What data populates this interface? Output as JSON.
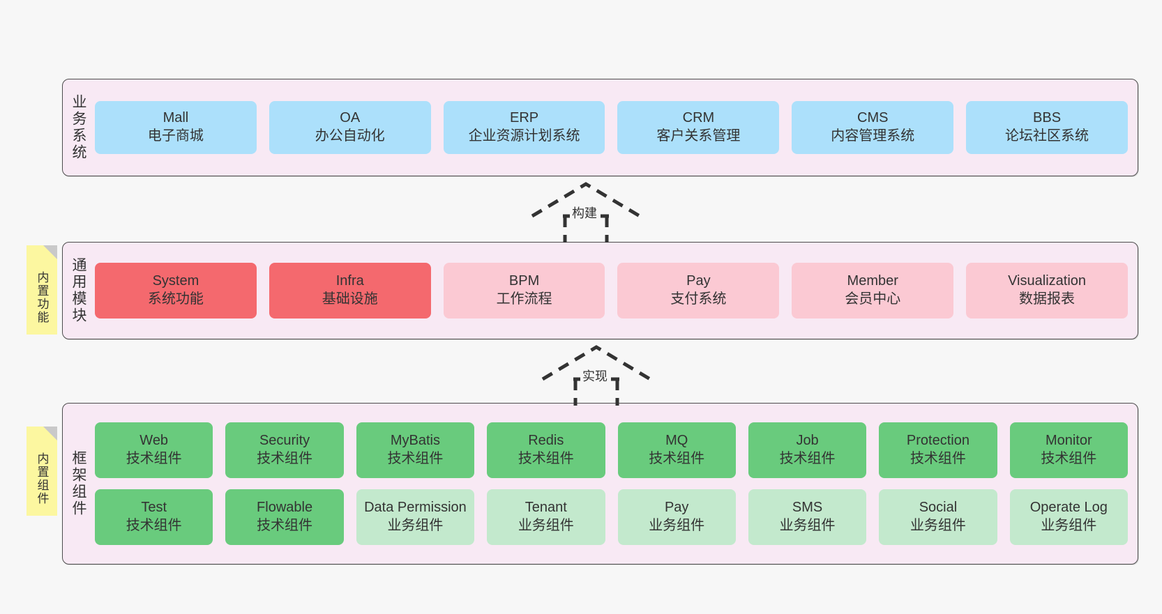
{
  "diagram": {
    "background_color": "#f7f7f7",
    "layer_fill": "#f8e9f4",
    "layer_border": "#4d4d4d",
    "note_color": "#fcf7a0"
  },
  "layers": [
    {
      "id": "business",
      "label": "业务系统",
      "node_color": "#ace0fb",
      "rows": [
        {
          "nodes": [
            {
              "en": "Mall",
              "cn": "电子商城",
              "color": "#ace0fb"
            },
            {
              "en": "OA",
              "cn": "办公自动化",
              "color": "#ace0fb"
            },
            {
              "en": "ERP",
              "cn": "企业资源计划系统",
              "color": "#ace0fb"
            },
            {
              "en": "CRM",
              "cn": "客户关系管理",
              "color": "#ace0fb"
            },
            {
              "en": "CMS",
              "cn": "内容管理系统",
              "color": "#ace0fb"
            },
            {
              "en": "BBS",
              "cn": "论坛社区系统",
              "color": "#ace0fb"
            }
          ]
        }
      ]
    },
    {
      "id": "modules",
      "label": "通用模块",
      "rows": [
        {
          "nodes": [
            {
              "en": "System",
              "cn": "系统功能",
              "color": "#f4696e"
            },
            {
              "en": "Infra",
              "cn": "基础设施",
              "color": "#f4696e"
            },
            {
              "en": "BPM",
              "cn": "工作流程",
              "color": "#fbc9d3"
            },
            {
              "en": "Pay",
              "cn": "支付系统",
              "color": "#fbc9d3"
            },
            {
              "en": "Member",
              "cn": "会员中心",
              "color": "#fbc9d3"
            },
            {
              "en": "Visualization",
              "cn": "数据报表",
              "color": "#fbc9d3"
            }
          ]
        }
      ]
    },
    {
      "id": "framework",
      "label": "框架组件",
      "rows": [
        {
          "nodes": [
            {
              "en": "Web",
              "cn": "技术组件",
              "color": "#69cb7d"
            },
            {
              "en": "Security",
              "cn": "技术组件",
              "color": "#69cb7d"
            },
            {
              "en": "MyBatis",
              "cn": "技术组件",
              "color": "#69cb7d"
            },
            {
              "en": "Redis",
              "cn": "技术组件",
              "color": "#69cb7d"
            },
            {
              "en": "MQ",
              "cn": "技术组件",
              "color": "#69cb7d"
            },
            {
              "en": "Job",
              "cn": "技术组件",
              "color": "#69cb7d"
            },
            {
              "en": "Protection",
              "cn": "技术组件",
              "color": "#69cb7d"
            },
            {
              "en": "Monitor",
              "cn": "技术组件",
              "color": "#69cb7d"
            }
          ]
        },
        {
          "nodes": [
            {
              "en": "Test",
              "cn": "技术组件",
              "color": "#69cb7d"
            },
            {
              "en": "Flowable",
              "cn": "技术组件",
              "color": "#69cb7d"
            },
            {
              "en": "Data Permission",
              "cn": "业务组件",
              "color": "#c3e9cd"
            },
            {
              "en": "Tenant",
              "cn": "业务组件",
              "color": "#c3e9cd"
            },
            {
              "en": "Pay",
              "cn": "业务组件",
              "color": "#c3e9cd"
            },
            {
              "en": "SMS",
              "cn": "业务组件",
              "color": "#c3e9cd"
            },
            {
              "en": "Social",
              "cn": "业务组件",
              "color": "#c3e9cd"
            },
            {
              "en": "Operate Log",
              "cn": "业务组件",
              "color": "#c3e9cd"
            }
          ]
        }
      ]
    }
  ],
  "notes": [
    {
      "id": "builtin-function",
      "label": "内置功能"
    },
    {
      "id": "builtin-component",
      "label": "内置组件"
    }
  ],
  "connectors": [
    {
      "id": "build",
      "label": "构建",
      "style": "dashed-generalization",
      "direction": "up"
    },
    {
      "id": "impl",
      "label": "实现",
      "style": "dashed-generalization",
      "direction": "up"
    }
  ]
}
